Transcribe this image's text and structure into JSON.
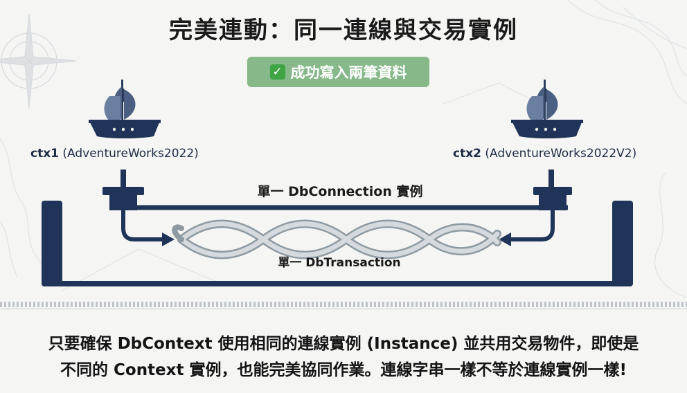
{
  "title": "完美連動：同一連線與交易實例",
  "badge": {
    "icon": "check-mark-icon",
    "text": "成功寫入兩筆資料",
    "color": "#86b889"
  },
  "ctx1": {
    "name": "ctx1",
    "db": "(AdventureWorks2022)",
    "icon": "ship-icon"
  },
  "ctx2": {
    "name": "ctx2",
    "db": "(AdventureWorks2022V2)",
    "icon": "ship-icon"
  },
  "connection_label": "單一 DbConnection 實例",
  "transaction_label": "單一 DbTransaction",
  "footer": {
    "line1": "只要確保 DbContext 使用相同的連線實例 (Instance) 並共用交易物件，即使是",
    "line2": "不同的 Context 實例，也能完美協同作業。連線字串一樣不等於連線實例一樣!"
  },
  "colors": {
    "pipe": "#1f3458",
    "rope": "#b9c3c9",
    "background": "#f5f6f4"
  }
}
